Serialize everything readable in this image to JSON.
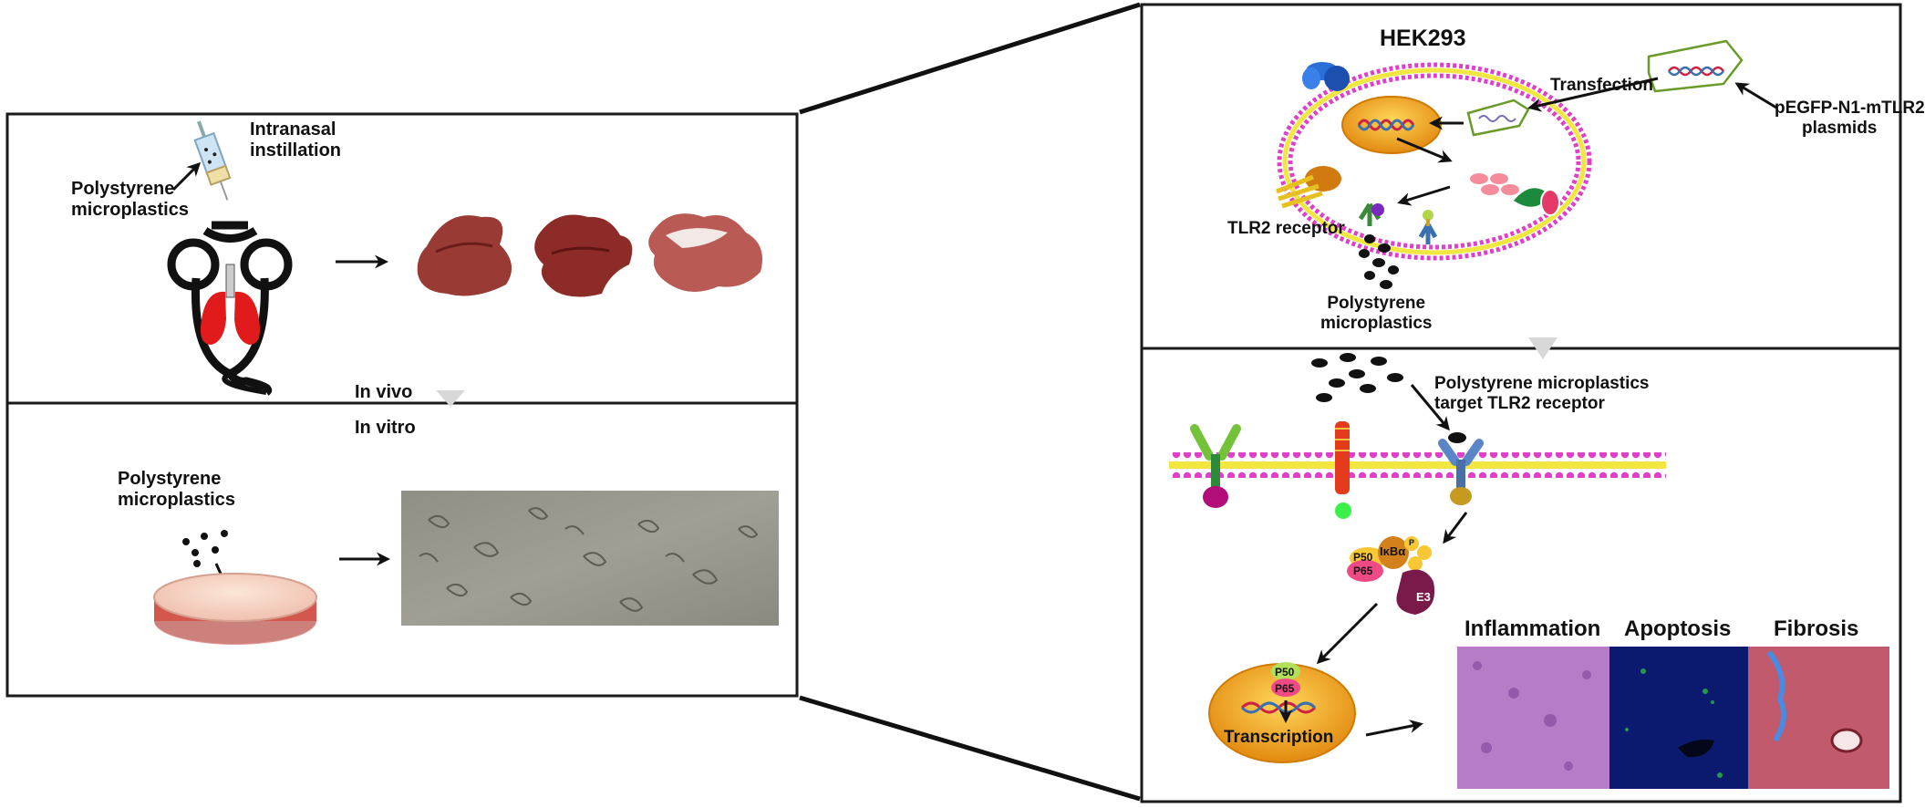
{
  "left_top": {
    "label_instillation": [
      "Intranasal",
      "instillation"
    ],
    "label_plastics": [
      "Polystyrene",
      "microplastics"
    ],
    "label_invivo": "In vivo"
  },
  "left_bottom": {
    "label_invitro": "In vitro",
    "label_plastics": [
      "Polystyrene",
      "microplastics"
    ]
  },
  "right_top": {
    "cell_line": "HEK293",
    "transfection": "Transfection",
    "plasmid": [
      "pEGFP-N1-mTLR2",
      "plasmids"
    ],
    "receptor": "TLR2 receptor",
    "plastics": [
      "Polystyrene",
      "microplastics"
    ]
  },
  "right_bottom": {
    "target": [
      "Polystyrene microplastics",
      "target  TLR2 receptor"
    ],
    "p50": "P50",
    "p65": "P65",
    "ikb": "IκBα",
    "p": "P",
    "e3": "E3",
    "transcription": "Transcription",
    "panels": [
      "Inflammation",
      "Apoptosis",
      "Fibrosis"
    ]
  },
  "colors": {
    "border": "#1a1a1a",
    "membrane_pink": "#e040c8",
    "membrane_yellow": "#f2e640",
    "nucleus": "#f0a020",
    "lung": "#e11b1b",
    "he_stain": "#b77bc8",
    "tunel": "#0b1a6e",
    "masson": "#c25a6e"
  }
}
